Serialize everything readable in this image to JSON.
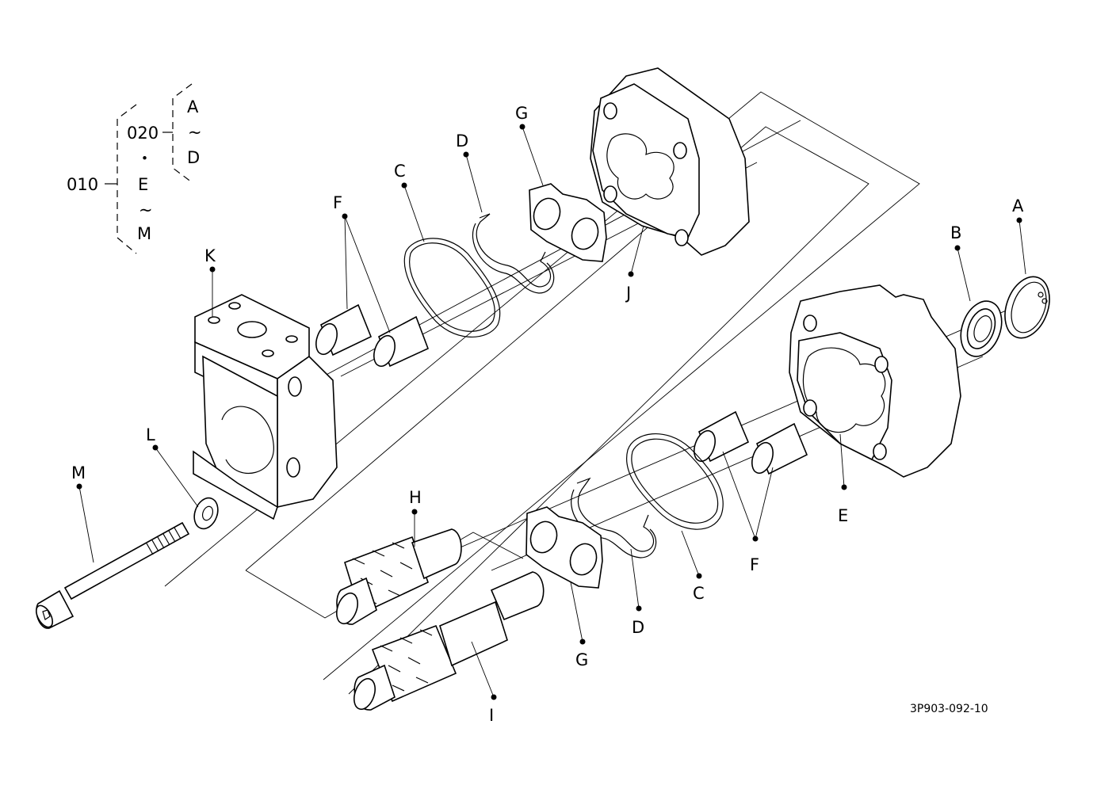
{
  "diagram": {
    "drawing_number": "3P903-092-10",
    "assembly_tree": {
      "root": "010",
      "sub": "020",
      "sub_range_start": "A",
      "sub_range_end": "D",
      "tilde": "~",
      "bullet": "・",
      "root_range_start": "E",
      "root_range_end": "M"
    },
    "callouts": {
      "A": "A",
      "B": "B",
      "C_upper": "C",
      "C_lower": "C",
      "D_upper": "D",
      "D_lower": "D",
      "E": "E",
      "F_upper": "F",
      "F_lower": "F",
      "G_upper": "G",
      "G_lower": "G",
      "H": "H",
      "I": "I",
      "J": "J",
      "K": "K",
      "L": "L",
      "M": "M"
    }
  }
}
